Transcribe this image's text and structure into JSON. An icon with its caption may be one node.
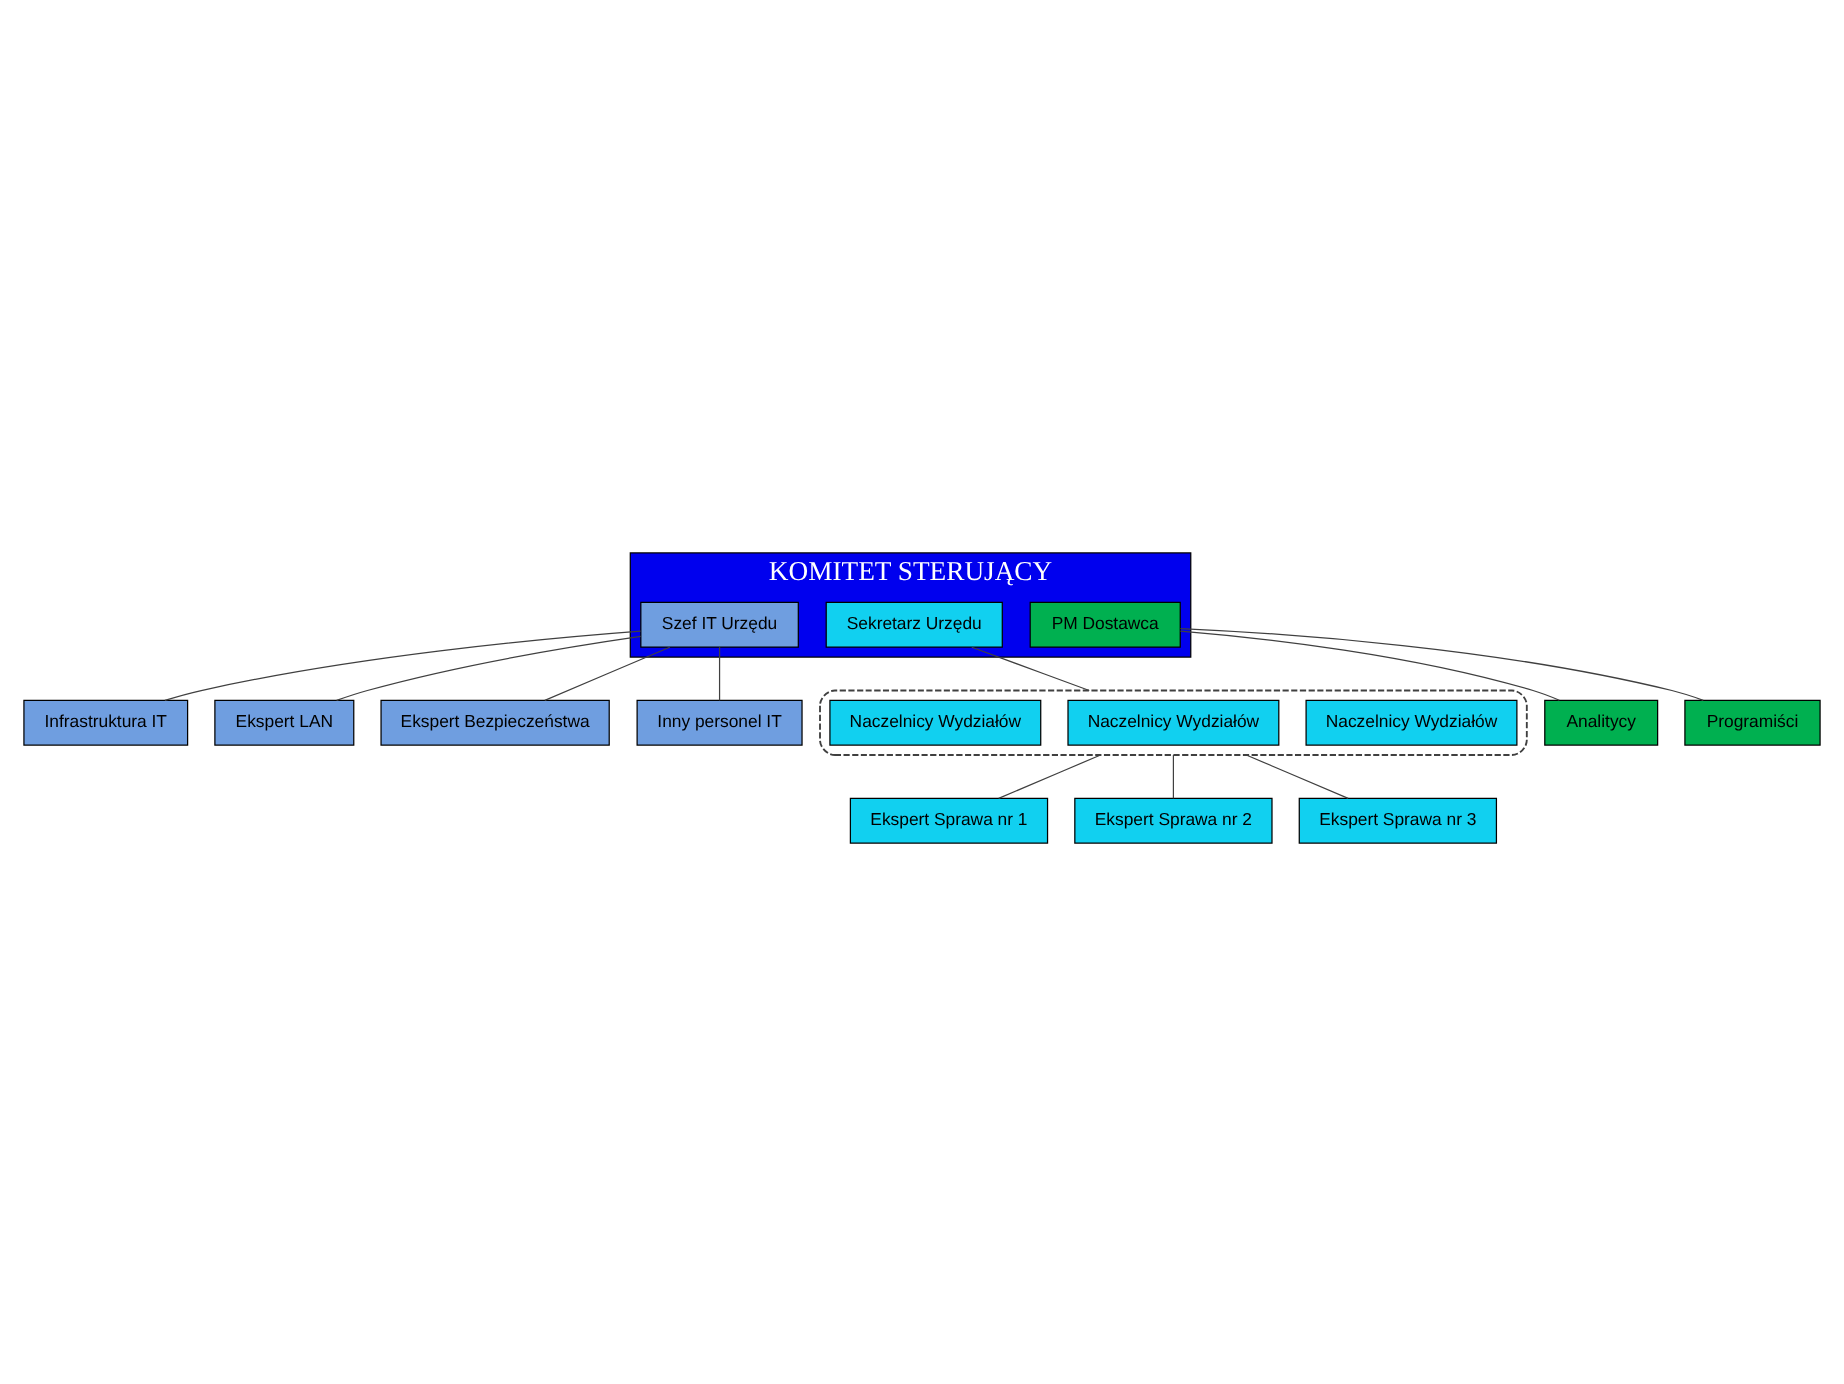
{
  "diagram": {
    "nodes": [
      {
        "text": [
          "KOMITET STERUJĄCY"
        ]
      },
      {
        "text": [
          "Szef IT Urzędu"
        ],
        "in": 0
      },
      {
        "text": [
          "Sekretarz Urzędu"
        ],
        "in": 0
      },
      {
        "text": [
          "PM Dostawca"
        ],
        "in": 0
      },
      {
        "text": [
          "Infrastruktura IT"
        ]
      },
      {
        "text": [
          "Ekspert LAN"
        ]
      },
      {
        "text": [
          "Ekspert Bezpieczeństwa"
        ]
      },
      {
        "text": [
          "Inny personel IT"
        ]
      },
      {
        "text": [],
        "shape": "box"
      },
      {
        "text": [
          "Naczelnicy Wydziałów"
        ],
        "in": 8
      },
      {
        "text": [
          "Naczelnicy Wydziałów"
        ],
        "in": 8
      },
      {
        "text": [
          "Naczelnicy Wydziałów"
        ],
        "in": 8
      },
      {
        "text": [
          "Analitycy"
        ]
      },
      {
        "text": [
          "Programiści"
        ]
      },
      {
        "text": [
          "Ekspert Sprawa nr 1"
        ]
      },
      {
        "text": [
          "Ekspert Sprawa nr 2"
        ]
      },
      {
        "text": [
          "Ekspert Sprawa nr 3"
        ]
      }
    ],
    "edges": [
      {
        "from": 1,
        "to": 4,
        "arrow": "none"
      },
      {
        "from": 1,
        "to": 5,
        "arrow": "none"
      },
      {
        "from": 1,
        "to": 6,
        "arrow": "none"
      },
      {
        "from": 1,
        "to": 7,
        "arrow": "none"
      },
      {
        "from": 2,
        "to": 8,
        "arrow": "none"
      },
      {
        "from": 3,
        "to": 12,
        "arrow": "none"
      },
      {
        "from": 3,
        "to": 13,
        "arrow": "none"
      },
      {
        "from": 8,
        "to": 14,
        "arrow": "none"
      },
      {
        "from": 8,
        "to": 15,
        "arrow": "none"
      },
      {
        "from": 8,
        "to": 16,
        "arrow": "none"
      }
    ]
  }
}
